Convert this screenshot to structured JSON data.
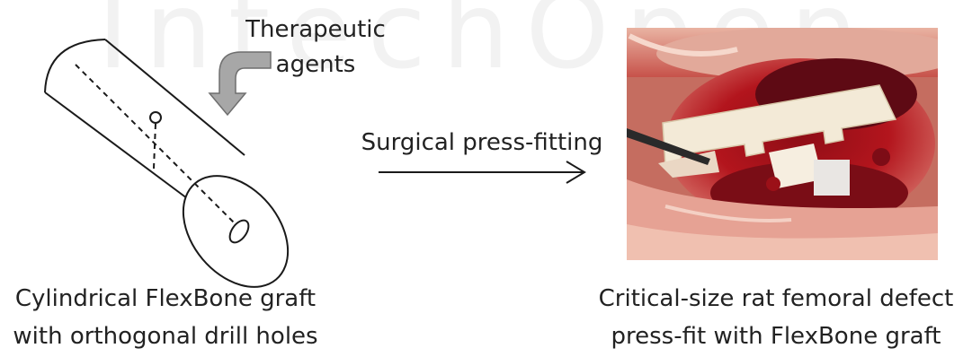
{
  "watermark_text": "IntechOpen",
  "labels": {
    "therapeutic_line1": "Therapeutic",
    "therapeutic_line2": "agents",
    "process": "Surgical press-fitting",
    "left_caption_line1": "Cylindrical FlexBone graft",
    "left_caption_line2": "with orthogonal drill holes",
    "right_caption_line1": "Critical-size rat femoral defect",
    "right_caption_line2": "press-fit with FlexBone graft"
  },
  "colors": {
    "arrow_gray": "#a7a7a7",
    "line": "#1a1a1a",
    "tissue_red": "#b7141c",
    "graft_cream": "#f3ead7"
  }
}
